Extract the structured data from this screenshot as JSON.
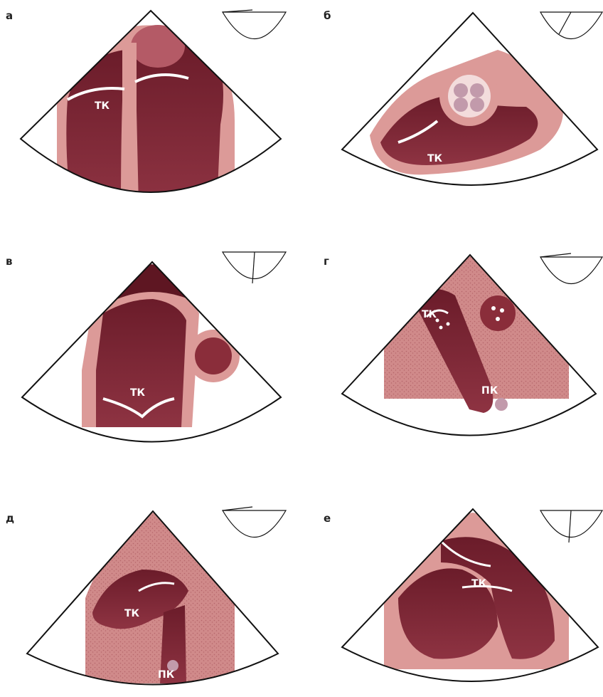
{
  "panels": [
    {
      "id": "a",
      "letter": "а",
      "labels": [
        "ТК"
      ]
    },
    {
      "id": "b",
      "letter": "б",
      "labels": [
        "ТК"
      ]
    },
    {
      "id": "v",
      "letter": "в",
      "labels": [
        "ТК"
      ]
    },
    {
      "id": "g",
      "letter": "г",
      "labels": [
        "ТК",
        "ПК"
      ]
    },
    {
      "id": "d",
      "letter": "д",
      "labels": [
        "ТК",
        "ПК"
      ]
    },
    {
      "id": "e",
      "letter": "е",
      "labels": [
        "ТК"
      ]
    }
  ],
  "colors": {
    "wall": "#dc9a98",
    "wall_edge": "#c0706f",
    "cavity": "#8a2d3a",
    "cavity_light": "#a84a56",
    "myocardium_dark": "#5e1622",
    "speckle": "#b5666a",
    "valve": "#ffffff",
    "sector_outline": "#111111"
  }
}
